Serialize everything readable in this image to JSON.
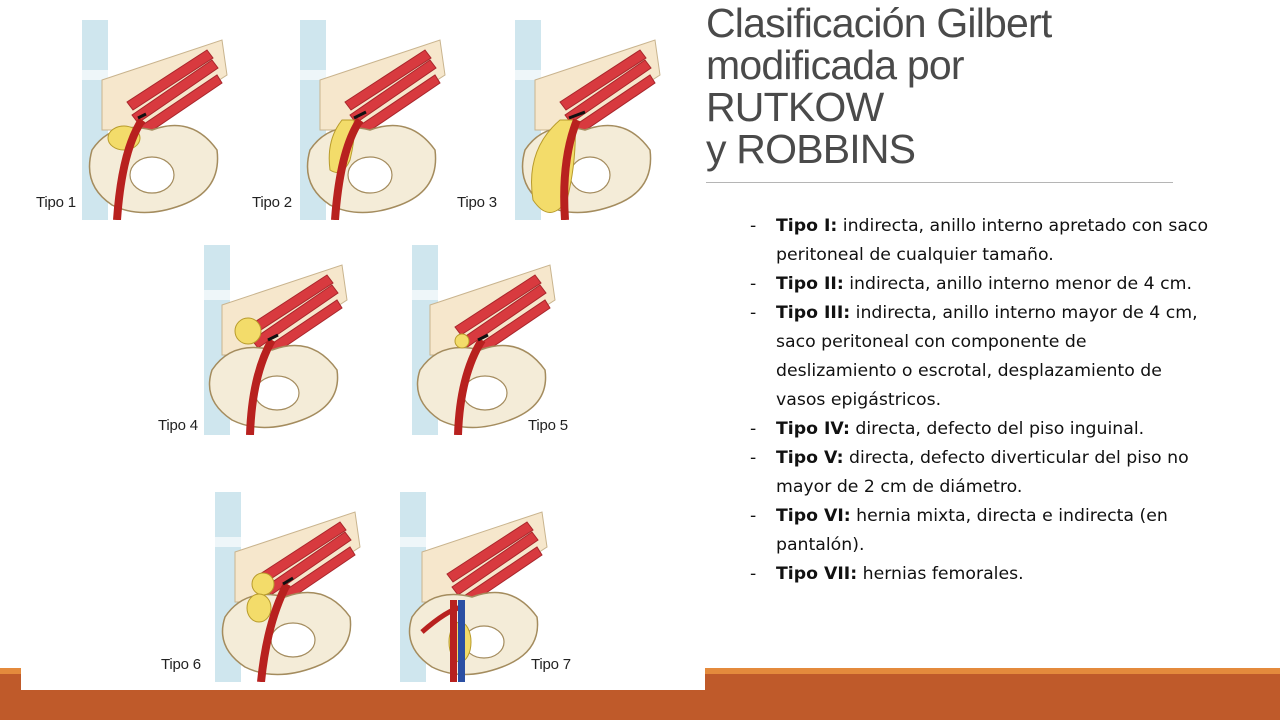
{
  "slide": {
    "title_lines": [
      "Clasificación Gilbert",
      "modificada por",
      "RUTKOW",
      "y ROBBINS"
    ],
    "items": [
      {
        "label": "Tipo I:",
        "text": " indirecta, anillo interno apretado con saco peritoneal de cualquier tamaño."
      },
      {
        "label": "Tipo II:",
        "text": " indirecta, anillo interno menor de 4 cm."
      },
      {
        "label": "Tipo III:",
        "text": " indirecta, anillo interno mayor de 4 cm, saco peritoneal con componente de deslizamiento o escrotal, desplazamiento de vasos epigástricos."
      },
      {
        "label": "Tipo IV:",
        "text": " directa, defecto del piso inguinal."
      },
      {
        "label": "Tipo V:",
        "text": " directa, defecto diverticular del piso no mayor de 2 cm de diámetro."
      },
      {
        "label": "Tipo VI:",
        "text": " hernia mixta, directa e indirecta (en pantalón)."
      },
      {
        "label": "Tipo VII:",
        "text": " hernias femorales."
      }
    ],
    "bullet": "-"
  },
  "figures": [
    {
      "caption": "Tipo 1"
    },
    {
      "caption": "Tipo 2"
    },
    {
      "caption": "Tipo 3"
    },
    {
      "caption": "Tipo 4"
    },
    {
      "caption": "Tipo 5"
    },
    {
      "caption": "Tipo 6"
    },
    {
      "caption": "Tipo 7"
    }
  ],
  "colors": {
    "accent_band": "#bf5a2a",
    "accent_stripe": "#e48a3c",
    "muscle": "#d83a3f",
    "sac": "#f3dc6a",
    "vessel": "#b8211f",
    "vein": "#2b4fa3",
    "bone": "#f4ecd8"
  }
}
